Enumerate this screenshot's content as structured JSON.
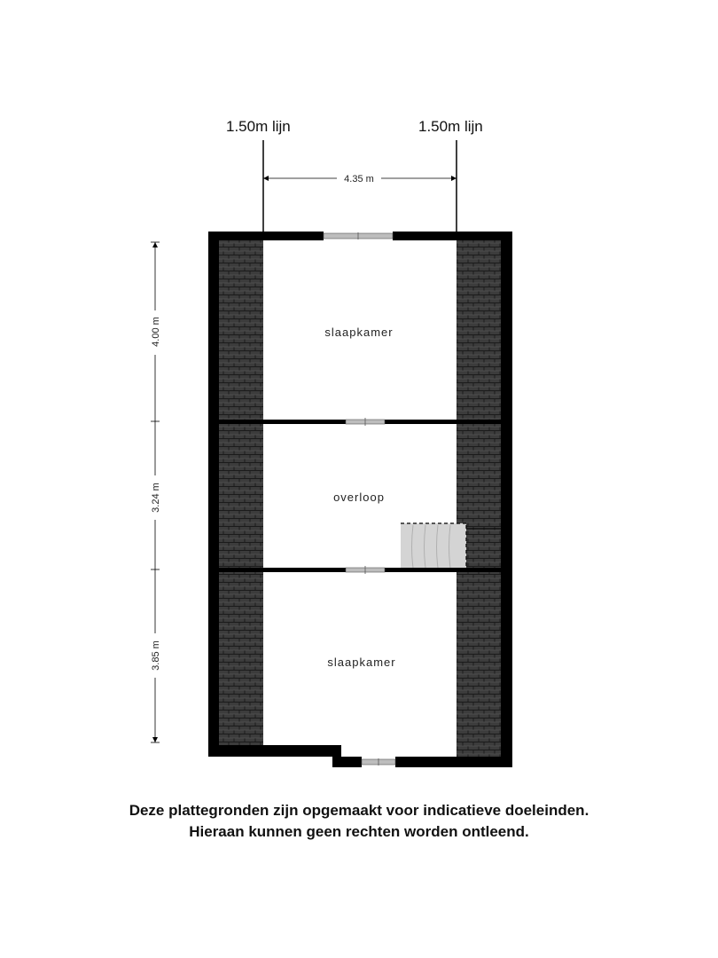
{
  "height_lines": {
    "left_label": "1.50m lijn",
    "right_label": "1.50m lijn"
  },
  "dimensions": {
    "width": "4.35 m",
    "room1_depth": "4.00 m",
    "room2_depth": "3.24 m",
    "room3_depth": "3.85 m"
  },
  "rooms": [
    {
      "label": "slaapkamer"
    },
    {
      "label": "overloop"
    },
    {
      "label": "slaapkamer"
    }
  ],
  "disclaimer": {
    "line1": "Deze plattegronden zijn opgemaakt voor indicatieve doeleinden.",
    "line2": "Hieraan kunnen geen rechten worden ontleend."
  },
  "colors": {
    "wall": "#000000",
    "roof": "#3c3c3c",
    "stair": "#d4d4d4",
    "window": "#bdbdbd"
  },
  "icons": {
    "roof": "roof-tile-pattern",
    "stair": "staircase-icon",
    "window": "window-icon"
  }
}
